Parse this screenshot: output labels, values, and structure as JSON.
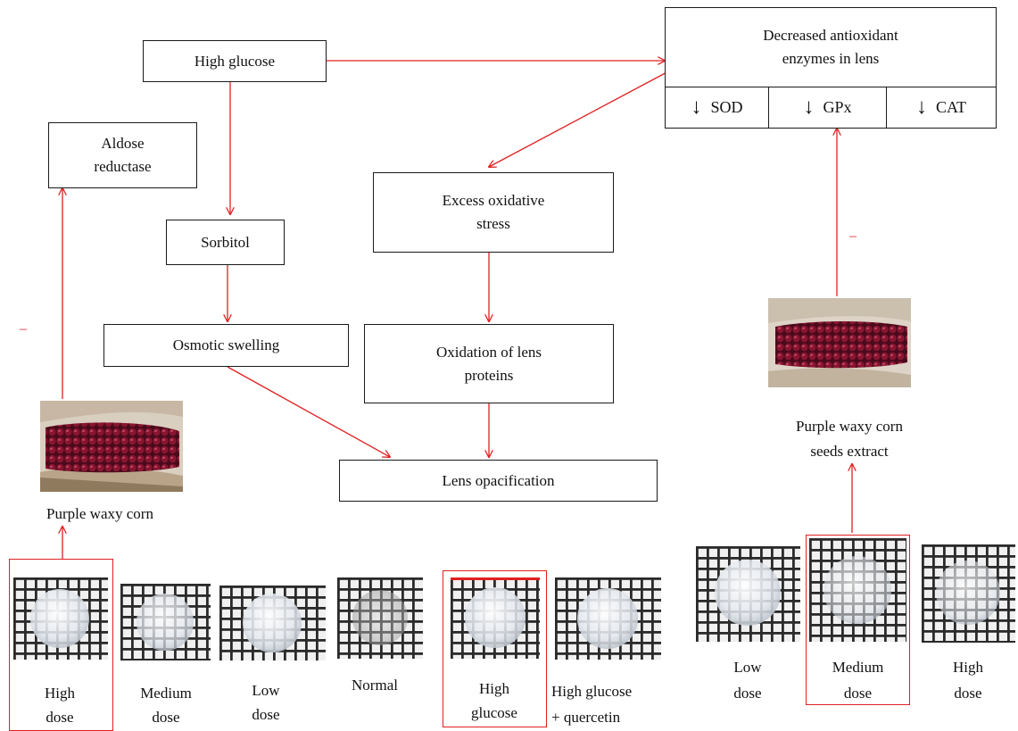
{
  "boxes": {
    "high_glucose": "High glucose",
    "aldose_reductase": [
      "Aldose",
      "reductase"
    ],
    "sorbitol": "Sorbitol",
    "osmotic_swelling": "Osmotic swelling",
    "excess_oxidative_stress": [
      "Excess oxidative",
      "stress"
    ],
    "oxidation_lens_proteins": [
      "Oxidation of lens",
      "proteins"
    ],
    "lens_opacification": "Lens opacification",
    "decreased_enzymes": [
      "Decreased antioxidant",
      "enzymes in lens"
    ]
  },
  "enzymes": [
    {
      "arrow": "↓",
      "name": "SOD"
    },
    {
      "arrow": "↓",
      "name": "GPx"
    },
    {
      "arrow": "↓",
      "name": "CAT"
    }
  ],
  "inhibition_sign": "–",
  "corn_labels": {
    "left": "Purple waxy corn",
    "right": [
      "Purple waxy corn",
      "seeds extract"
    ]
  },
  "left_lenses": [
    [
      "High",
      "dose"
    ],
    [
      "Medium",
      "dose"
    ],
    [
      "Low",
      "dose"
    ],
    [
      "Normal"
    ],
    [
      "High",
      "glucose"
    ],
    [
      "High glucose",
      "+ quercetin"
    ]
  ],
  "right_lenses": [
    [
      "Low",
      "dose"
    ],
    [
      "Medium",
      "dose"
    ],
    [
      "High",
      "dose"
    ]
  ],
  "colors": {
    "arrow_red": "#e02020",
    "box_border": "#1a1a1a",
    "corn_kernel": "#8a1530"
  }
}
